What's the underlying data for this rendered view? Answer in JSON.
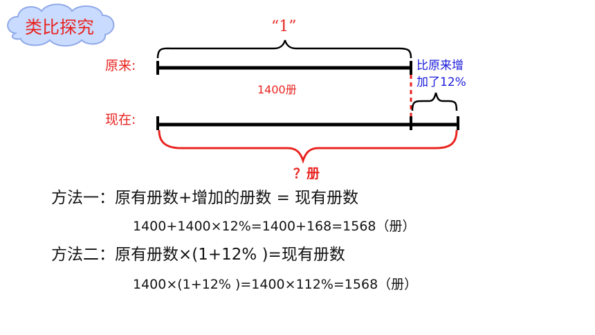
{
  "badge": {
    "text": "类比探究"
  },
  "diagram": {
    "unit_one_label": "“1”",
    "original_label": "原来:",
    "current_label": "现在:",
    "original_amount": "1400册",
    "increase_note_line1": "比原来增",
    "increase_note_line2": "加了12%",
    "unknown_label": "？册"
  },
  "methods": [
    {
      "title": "方法一：原有册数+增加的册数 = 现有册数",
      "calc": "1400+1400×12%=1400+168=1568（册）"
    },
    {
      "title": "方法二：原有册数×(1+12% )=现有册数",
      "calc": "1400×(1+12% )=1400×112%=1568（册）"
    }
  ],
  "colors": {
    "accent_red": "#e8231f",
    "note_blue": "#1a1adb",
    "cloud_fill": "#c9dcff",
    "cloud_stroke": "#8fa8e8"
  }
}
